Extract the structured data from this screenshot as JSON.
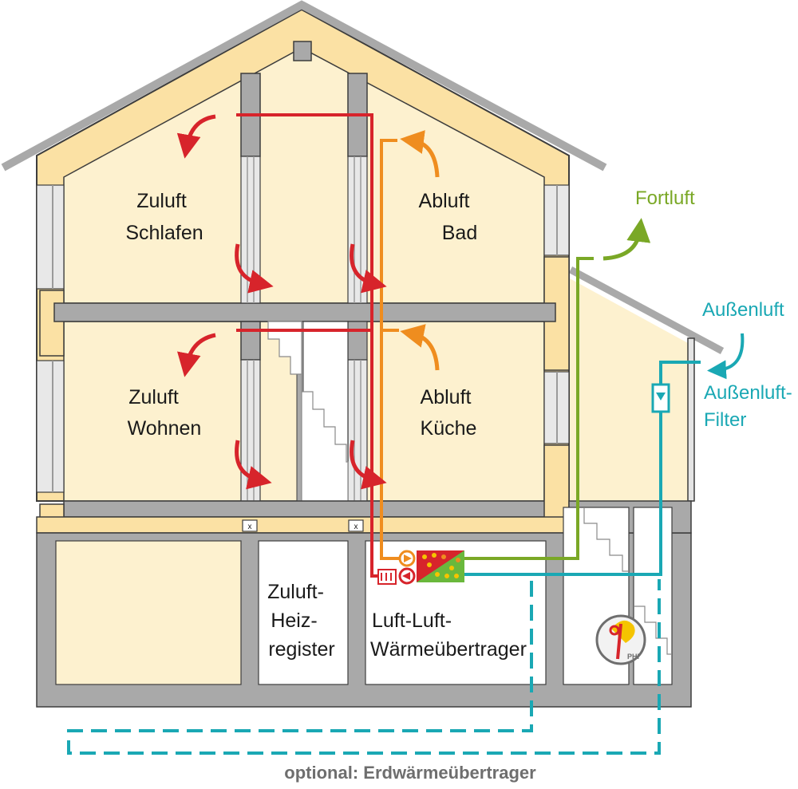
{
  "colors": {
    "wall": "#a9a9a9",
    "wall_stroke": "#3d3d3d",
    "room": "#fdf1cf",
    "insulation": "#fbe1a4",
    "supply_red": "#d7242b",
    "extract_orange": "#ef8d1f",
    "exhaust_green": "#7aa826",
    "outdoor_teal": "#1aa8b4",
    "label_grey": "#6e6e6e"
  },
  "rooms": {
    "bedroom": [
      "Zuluft",
      "Schlafen"
    ],
    "bathroom": [
      "Abluft",
      "Bad"
    ],
    "living": [
      "Zuluft",
      "Wohnen"
    ],
    "kitchen": [
      "Abluft",
      "Küche"
    ]
  },
  "basement": {
    "heating_register": [
      "Zuluft-",
      "Heiz-",
      "register"
    ],
    "heat_exchanger": [
      "Luft-Luft-",
      "Wärmeübertrager"
    ]
  },
  "outside": {
    "exhaust_air": "Fortluft",
    "outdoor_air": "Außenluft",
    "filter": [
      "Außenluft-",
      "Filter"
    ],
    "ground_exchanger": "optional: Erdwärmeübertrager"
  },
  "logo": {
    "text": "PHI"
  }
}
